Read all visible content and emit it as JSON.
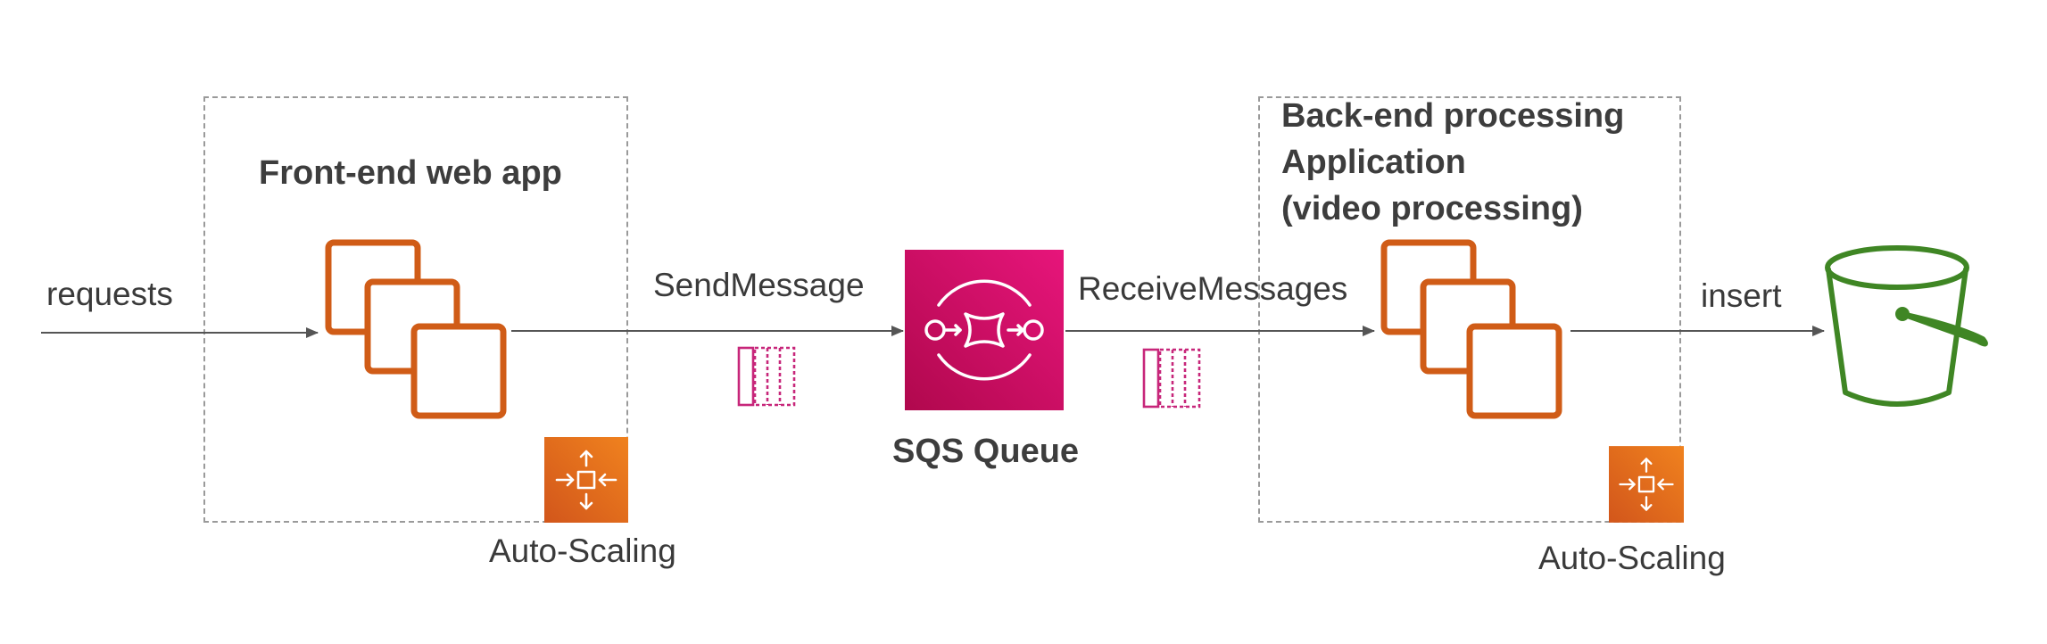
{
  "labels": {
    "requests": "requests",
    "send_message": "SendMessage",
    "receive_messages": "ReceiveMessages",
    "insert": "insert",
    "frontend_title": "Front-end web app",
    "backend_title_line1": "Back-end processing",
    "backend_title_line2": "Application",
    "backend_title_line3": "(video processing)",
    "queue_title": "SQS Queue",
    "autoscaling_left": "Auto-Scaling",
    "autoscaling_right": "Auto-Scaling"
  },
  "icons": {
    "frontend": "ec2-instances-icon",
    "backend": "ec2-instances-icon",
    "queue": "sqs-queue-icon",
    "autoscaling": "auto-scaling-icon",
    "messages": "sqs-message-icon",
    "storage": "s3-bucket-icon"
  },
  "colors": {
    "ec2": "#d05c17",
    "autoscaling_from": "#f0821e",
    "autoscaling_to": "#d2561b",
    "sqs_from": "#e7157b",
    "sqs_to": "#b0084d",
    "s3": "#3f8624",
    "arrow": "#555555",
    "dashed_border": "#9a9a9a"
  }
}
